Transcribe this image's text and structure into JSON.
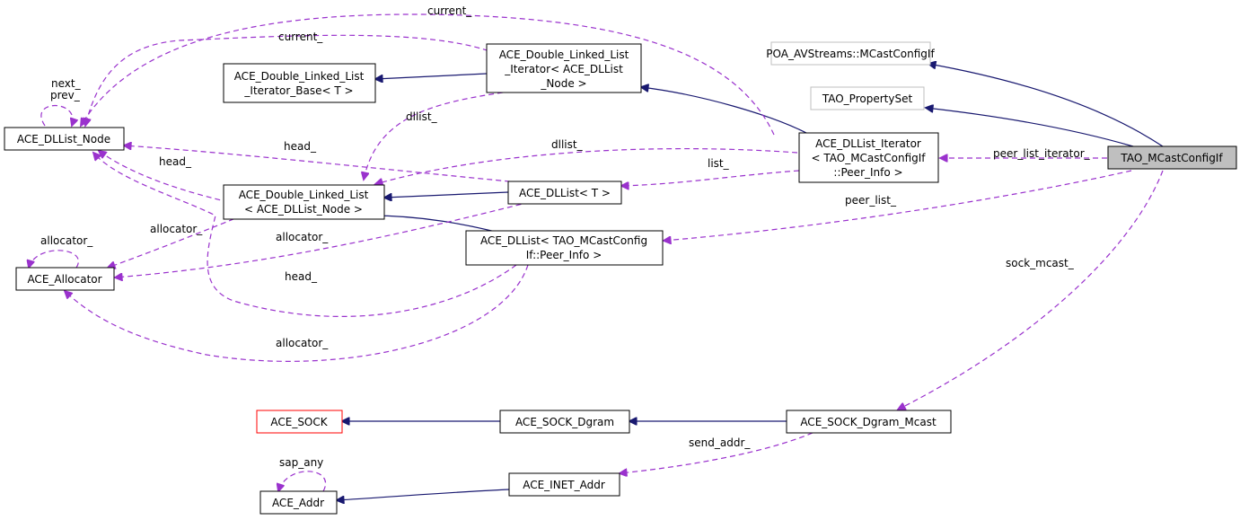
{
  "diagram": {
    "title": "Collaboration diagram for TAO_MCastConfigIf",
    "colors": {
      "inheritance_edge": "#191970",
      "usage_edge": "#9a32cd",
      "focus_fill": "#bfbfbf",
      "external_border": "#bfbfbf",
      "undocumented_border": "#ff0000"
    },
    "nodes": {
      "tao_mcastconfigif": {
        "lines": [
          "TAO_MCastConfigIf"
        ]
      },
      "poa_avstreams": {
        "lines": [
          "POA_AVStreams::MCastConfigIf"
        ]
      },
      "tao_propertyset": {
        "lines": [
          "TAO_PropertySet"
        ]
      },
      "dllist_iterator_peer": {
        "lines": [
          "ACE_DLList_Iterator",
          "< TAO_MCastConfigIf",
          "::Peer_Info >"
        ]
      },
      "dll_iterator_node": {
        "lines": [
          "ACE_Double_Linked_List",
          "_Iterator< ACE_DLList",
          "_Node >"
        ]
      },
      "dll_iterator_base": {
        "lines": [
          "ACE_Double_Linked_List",
          "_Iterator_Base< T >"
        ]
      },
      "dllist_node": {
        "lines": [
          "ACE_DLList_Node"
        ]
      },
      "dll_node": {
        "lines": [
          "ACE_Double_Linked_List",
          "< ACE_DLList_Node >"
        ]
      },
      "dllist_t": {
        "lines": [
          "ACE_DLList< T >"
        ]
      },
      "dllist_peer": {
        "lines": [
          "ACE_DLList< TAO_MCastConfig",
          "If::Peer_Info >"
        ]
      },
      "allocator": {
        "lines": [
          "ACE_Allocator"
        ]
      },
      "sock": {
        "lines": [
          "ACE_SOCK"
        ]
      },
      "sock_dgram": {
        "lines": [
          "ACE_SOCK_Dgram"
        ]
      },
      "sock_dgram_mcast": {
        "lines": [
          "ACE_SOCK_Dgram_Mcast"
        ]
      },
      "inet_addr": {
        "lines": [
          "ACE_INET_Addr"
        ]
      },
      "addr": {
        "lines": [
          "ACE_Addr"
        ]
      }
    },
    "edge_labels": {
      "current_top": "current_",
      "current_second": "current_",
      "next_prev": [
        "next_",
        "prev_"
      ],
      "dllist_iter": "dllist_",
      "head_node": "head_",
      "head_left": "head_",
      "dllist_peer_iter": "dllist_",
      "list": "list_",
      "peer_list_iterator": "peer_list_iterator_",
      "peer_list": "peer_list_",
      "allocator_self": "allocator_",
      "allocator_dll": "allocator_",
      "allocator_dllist_t": "allocator_",
      "head_bottom": "head_",
      "allocator_bottom": "allocator_",
      "sock_mcast": "sock_mcast_",
      "send_addr": "send_addr_",
      "sap_any": "sap_any"
    }
  }
}
